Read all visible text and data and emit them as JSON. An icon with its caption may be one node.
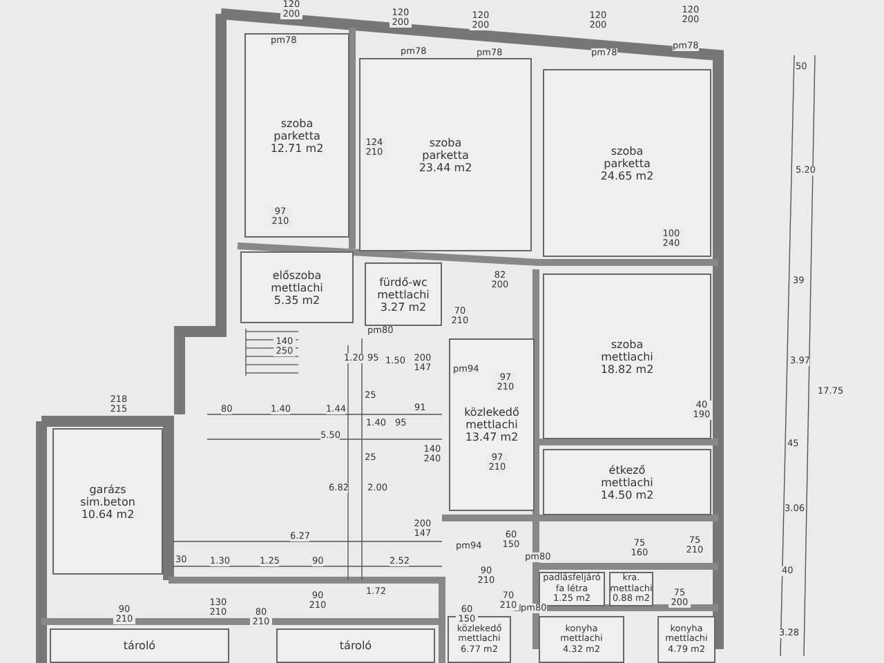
{
  "diagram": {
    "nodes": [
      {
        "text": [
          "szoba",
          "parketta",
          "12.71 m2"
        ]
      },
      {
        "text": [
          "szoba",
          "parketta",
          "23.44 m2"
        ]
      },
      {
        "text": [
          "szoba",
          "parketta",
          "24.65 m2"
        ]
      },
      {
        "text": [
          "előszoba",
          "mettlachi",
          "5.35 m2"
        ]
      },
      {
        "text": [
          "fürdő-wc",
          "mettlachi",
          "3.27 m2"
        ]
      },
      {
        "text": [
          "szoba",
          "mettlachi",
          "18.82 m2"
        ]
      },
      {
        "text": [
          "közlekedő",
          "mettlachi",
          "13.47 m2"
        ]
      },
      {
        "text": [
          "garázs",
          "sim.beton",
          "10.64 m2"
        ]
      },
      {
        "text": [
          "étkező",
          "mettlachi",
          "14.50 m2"
        ]
      },
      {
        "text": [
          "padlásfeljáró",
          "fa létra",
          "1.25 m2"
        ]
      },
      {
        "text": [
          "kra.",
          "mettlachi",
          "0.88 m2"
        ]
      },
      {
        "text": [
          "közlekedő",
          "mettlachi",
          "6.77 m2"
        ]
      },
      {
        "text": [
          "konyha",
          "mettlachi",
          "4.32 m2"
        ]
      },
      {
        "text": [
          "konyha",
          "mettlachi",
          "4.79 m2"
        ]
      },
      {
        "text": [
          "tároló"
        ]
      },
      {
        "text": [
          "tároló"
        ]
      }
    ],
    "labels": [
      "120 200",
      "120 200",
      "120 200",
      "120 200",
      "120 200",
      "pm78",
      "pm78",
      "pm78",
      "pm78",
      "pm78",
      "124 210",
      "97 210",
      "100 240",
      "82 200",
      "70 210",
      "pm80",
      "140 250",
      "1.20",
      "95",
      "1.50",
      "200 147",
      "pm94",
      "97 210",
      "40 190",
      "80",
      "1.40",
      "1.44",
      "25",
      "1.40",
      "95",
      "91",
      "140 240",
      "5.50",
      "25",
      "6.82",
      "2.00",
      "97 210",
      "200 147",
      "pm94",
      "218 215",
      "6.27",
      "30",
      "1.30",
      "1.25",
      "90",
      "2.52",
      "1.72",
      "60 150",
      "pm80",
      "130 210",
      "90 210",
      "90 210",
      "90 210",
      "70 210",
      "75 210",
      "60 150",
      "pm80",
      "75 160",
      "75 200",
      "80 210",
      "50",
      "5.20",
      "39",
      "3.97",
      "45",
      "3.06",
      "40",
      "3.28",
      "17.75"
    ]
  }
}
